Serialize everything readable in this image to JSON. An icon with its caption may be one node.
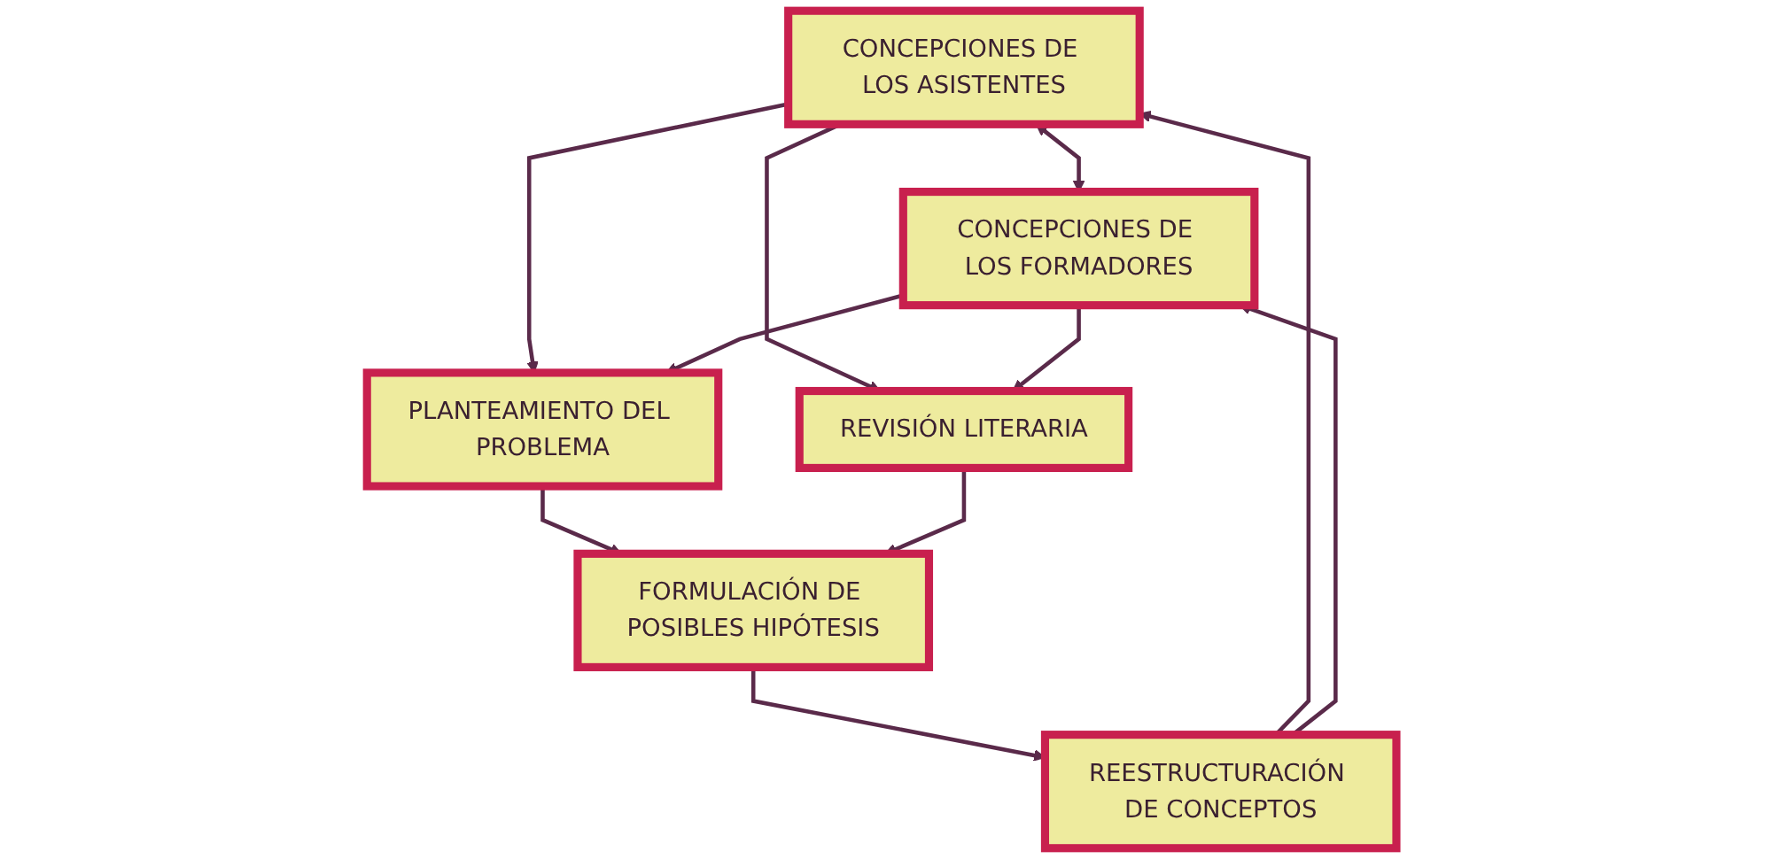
{
  "diagram": {
    "nodes": [
      {
        "text": [
          "CONCEPCIONES DE LOS ASISTENTES"
        ]
      },
      {
        "text": [
          "CONCEPCIONES DE LOS FORMADORES"
        ]
      },
      {
        "text": [
          "PLANTEAMIENTO DEL PROBLEMA"
        ]
      },
      {
        "text": [
          "REVISIÓN LITERARIA"
        ]
      },
      {
        "text": [
          "FORMULACIÓN DE POSIBLES HIPÓTESIS"
        ]
      },
      {
        "text": [
          "REESTRUCTURACIÓN DE CONCEPTOS"
        ]
      }
    ],
    "edges": [
      {
        "from": 0,
        "to": 1,
        "arrow": "both"
      },
      {
        "from": 0,
        "to": 2,
        "arrow": "to"
      },
      {
        "from": 0,
        "to": 3,
        "arrow": "to"
      },
      {
        "from": 1,
        "to": 2,
        "arrow": "to"
      },
      {
        "from": 1,
        "to": 3,
        "arrow": "to"
      },
      {
        "from": 2,
        "to": 4,
        "arrow": "to"
      },
      {
        "from": 3,
        "to": 4,
        "arrow": "to"
      },
      {
        "from": 4,
        "to": 5,
        "arrow": "to"
      },
      {
        "from": 5,
        "to": 0,
        "arrow": "to"
      },
      {
        "from": 5,
        "to": 1,
        "arrow": "to"
      }
    ]
  }
}
